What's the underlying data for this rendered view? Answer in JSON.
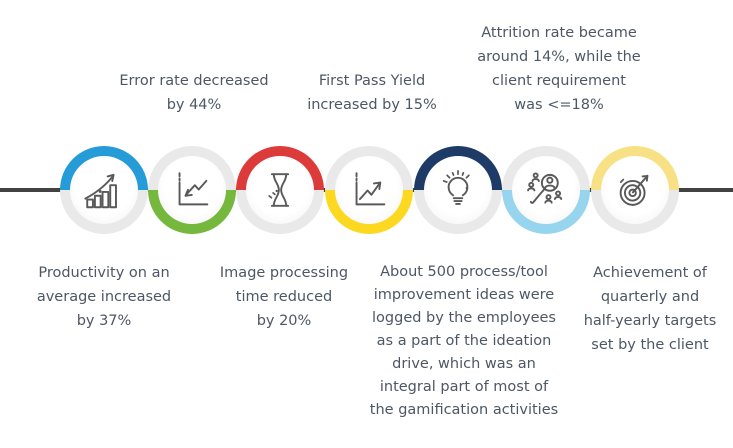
{
  "colors": {
    "background": "#ffffff",
    "line": "#424242",
    "ring_track": "#e9e9e9",
    "icon": "#595959",
    "text": "#4d5765"
  },
  "milestones": [
    {
      "id": 1,
      "icon": "growth-bar-chart-icon",
      "ring_color": "#259bd7",
      "arc_position": "top",
      "label_position": "below",
      "label": "Productivity on an\naverage increased\nby 37%"
    },
    {
      "id": 2,
      "icon": "declining-line-chart-icon",
      "ring_color": "#76b83e",
      "arc_position": "bottom",
      "label_position": "above",
      "label": "Error rate decreased\nby 44%"
    },
    {
      "id": 3,
      "icon": "hourglass-icon",
      "ring_color": "#dd3a3a",
      "arc_position": "top",
      "label_position": "below",
      "label": "Image processing\ntime reduced\nby 20%"
    },
    {
      "id": 4,
      "icon": "rising-line-chart-icon",
      "ring_color": "#fcd920",
      "arc_position": "bottom",
      "label_position": "above",
      "label": "First Pass Yield\nincreased by 15%"
    },
    {
      "id": 5,
      "icon": "lightbulb-icon",
      "ring_color": "#1e3a66",
      "arc_position": "top",
      "label_position": "below",
      "label": "About 500 process/tool\nimprovement ideas were\nlogged by the employees\nas a part of the ideation\ndrive, which was an\nintegral part of most of\nthe gamification activities"
    },
    {
      "id": 6,
      "icon": "talent-search-icon",
      "ring_color": "#97d5ef",
      "arc_position": "bottom",
      "label_position": "above",
      "label": "Attrition rate became\naround 14%, while the\nclient requirement\nwas <=18%"
    },
    {
      "id": 7,
      "icon": "target-arrow-icon",
      "ring_color": "#f8e184",
      "arc_position": "top",
      "label_position": "below",
      "label": "Achievement of\nquarterly and\nhalf-yearly targets\nset by the client"
    }
  ]
}
